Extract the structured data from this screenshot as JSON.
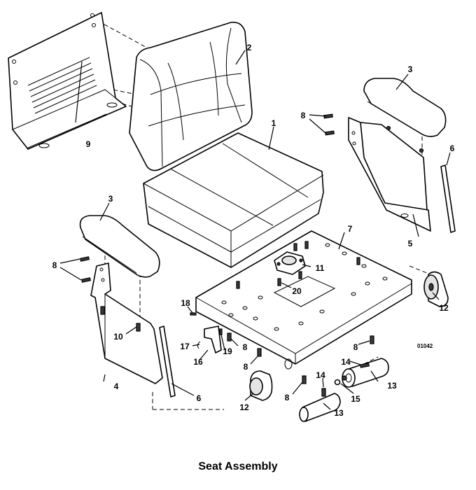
{
  "caption": "Seat Assembly",
  "drawing_number": "01042",
  "callouts": {
    "c1": "1",
    "c2": "2",
    "c3a": "3",
    "c3b": "3",
    "c4": "4",
    "c5": "5",
    "c6a": "6",
    "c6b": "6",
    "c7": "7",
    "c8a": "8",
    "c8b": "8",
    "c8c": "8",
    "c8d": "8",
    "c8e": "8",
    "c8f": "8",
    "c9": "9",
    "c10": "10",
    "c11": "11",
    "c12a": "12",
    "c12b": "12",
    "c13a": "13",
    "c13b": "13",
    "c14a": "14",
    "c14b": "14",
    "c15": "15",
    "c16": "16",
    "c17": "17",
    "c18": "18",
    "c19": "19",
    "c20": "20"
  }
}
